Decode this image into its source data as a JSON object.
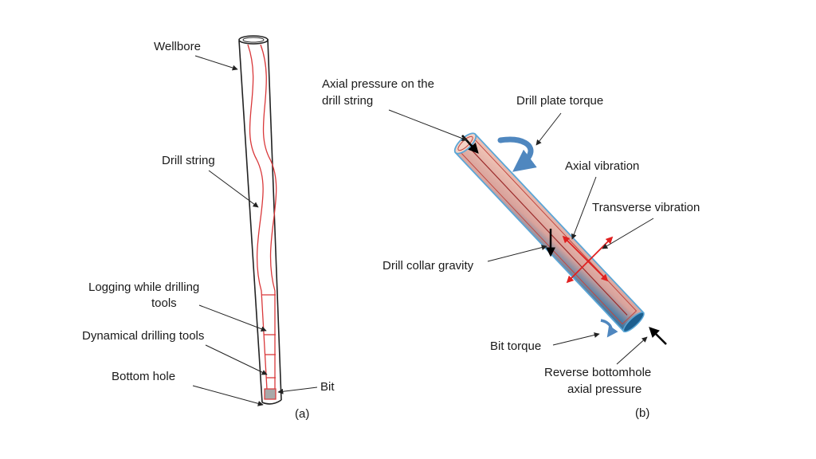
{
  "panel_a": {
    "caption": "(a)",
    "labels": {
      "wellbore": "Wellbore",
      "drill_string": "Drill string",
      "lwd_line1": "Logging while drilling",
      "lwd_line2": "tools",
      "dynamical_tools": "Dynamical drilling tools",
      "bottom_hole": "Bottom hole",
      "bit": "Bit"
    }
  },
  "panel_b": {
    "caption": "(b)",
    "labels": {
      "axial_pressure_line1": "Axial pressure on the",
      "axial_pressure_line2": "drill string",
      "drill_plate_torque": "Drill plate torque",
      "axial_vibration": "Axial vibration",
      "transverse_vibration": "Transverse vibration",
      "drill_collar_gravity": "Drill collar gravity",
      "bit_torque": "Bit torque",
      "reverse_line1": "Reverse bottomhole",
      "reverse_line2": "axial pressure"
    }
  },
  "colors": {
    "outline": "#222222",
    "drill_string_red": "#d9383a",
    "pipe_blue": "#5aa6d6",
    "pipe_fill": "#e8b9ac",
    "torque_arrow_blue": "#4f87bf",
    "vibration_red": "#e02020"
  }
}
